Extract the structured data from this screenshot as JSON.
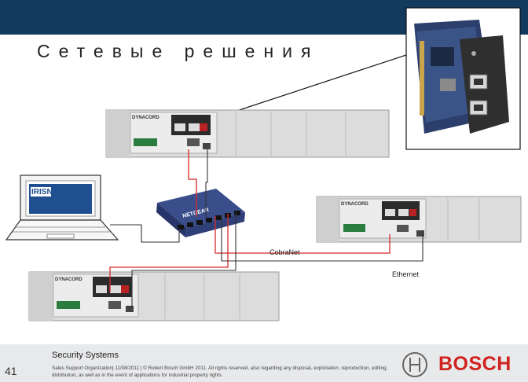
{
  "header": {
    "title": "Сетевые решения"
  },
  "diagram": {
    "laptop_logo": "IRISNet",
    "device_brand": "DYNACORD",
    "switch_brand": "NETGEAR",
    "labels": {
      "cobranet": "CobraNet",
      "ethernet": "Ethernet"
    }
  },
  "footer": {
    "page_number": "41",
    "title": "Security Systems",
    "note": "Sales Support Organization| 11/08/2011 | © Robert Bosch GmbH 2011. All rights reserved, also regarding any disposal, exploitation, reproduction, editing, distribution, as well as in the event of applications for industrial property rights.",
    "logo_text": "BOSCH"
  },
  "colors": {
    "header_bar": "#113a5c",
    "cobranet_line": "#d52b2b",
    "ethernet_line": "#333333",
    "bosch_red": "#d0231f"
  }
}
